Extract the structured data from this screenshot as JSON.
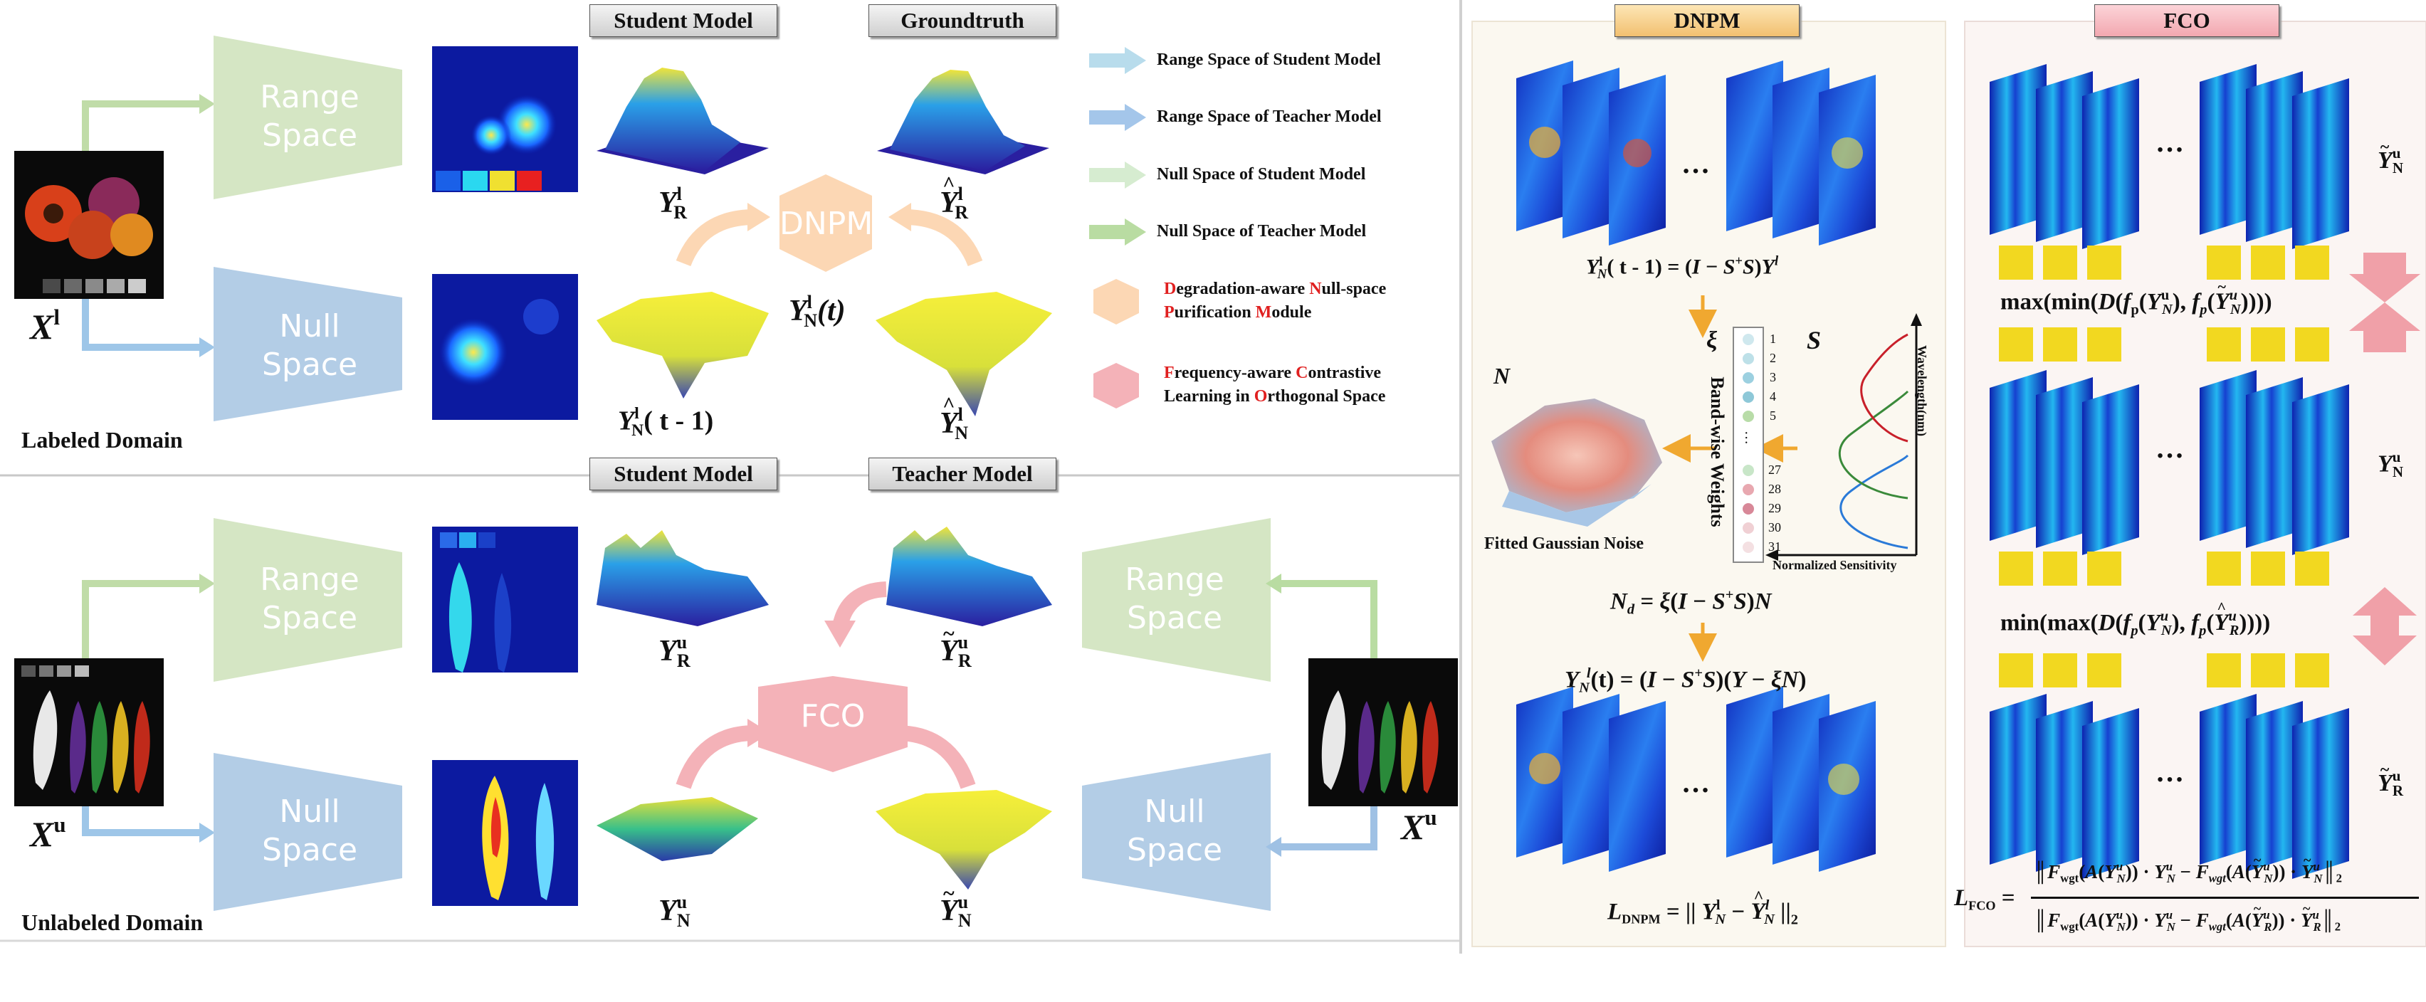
{
  "labeled": {
    "student_title": "Student Model",
    "teacher_title": "Groundtruth",
    "range_label": "Range Space",
    "null_label": "Null Space",
    "domain_label": "Labeled Domain",
    "dnpm_label": "DNPM"
  },
  "unlabeled": {
    "student_title": "Student Model",
    "teacher_title": "Teacher Model",
    "range_label": "Range Space",
    "null_label": "Null Space",
    "domain_label": "Unlabeled Domain",
    "fco_label": "FCO"
  },
  "legend": {
    "items": [
      "Range Space of Student Model",
      "Range Space of Teacher Model",
      "Null Space of Student Model",
      "Null Space of Teacher Model"
    ],
    "dnpm_line1_rest": "egradation-aware ",
    "dnpm_line1_rest2": "ull-space",
    "dnpm_line2_rest": "urification ",
    "dnpm_line2_rest2": "odule",
    "fco_line1_rest": "requency-aware ",
    "fco_line1_rest2": "ontrastive",
    "fco_line2_a": "Learning in ",
    "fco_line2_rest": "rthogonal Space"
  },
  "dnpm_panel": {
    "title": "DNPM",
    "band_title": "Band-wise Weights",
    "bands_top": [
      "1",
      "2",
      "3",
      "4",
      "5"
    ],
    "bands_bottom": [
      "27",
      "28",
      "29",
      "30",
      "31"
    ],
    "wavelength_label": "Wavelength(nm)",
    "sensitivity_label": "Normalized Sensitivity",
    "noise_label": "Fitted Gaussian Noise",
    "ellipsis": "…"
  },
  "fco_panel": {
    "title": "FCO",
    "eq_max": "max(min(",
    "eq_min": "min(max(",
    "ellipsis": "…"
  },
  "colors": {
    "range_green": "#d5e6c4",
    "null_blue": "#b3cde6",
    "range_dark": "#b8dce0",
    "null_dark": "#9fc1e4",
    "dnpm_fill": "#fcd7b4",
    "fco_fill": "#f4b2b8",
    "dnpm_panel_bg": "#fbf8f0",
    "fco_panel_bg": "#fbf5f3",
    "dnpm_title_bg": "#f7d08c",
    "fco_title_bg": "#f6b7bc"
  }
}
